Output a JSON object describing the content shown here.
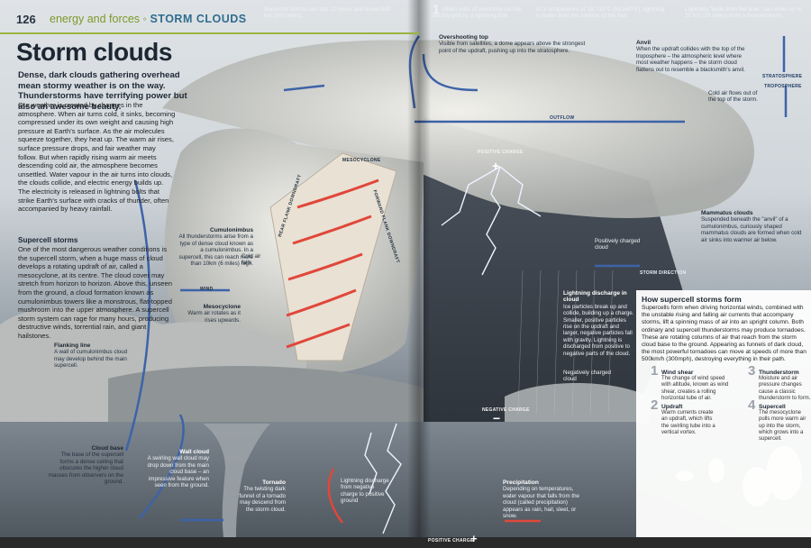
{
  "header": {
    "page_number": "126",
    "section_prefix": "energy and forces",
    "section_name": "STORM CLOUDS"
  },
  "title": "Storm clouds",
  "intro": "Dense, dark clouds gathering overhead mean stormy weather is on the way. Thunderstorms have terrifying power but also an awesome beauty.",
  "body1": "Our weather is created by changes in the atmosphere. When air turns cold, it sinks, becoming compressed under its own weight and causing high pressure at Earth's surface. As the air molecules squeeze together, they heat up. The warm air rises, surface pressure drops, and fair weather may follow. But when rapidly rising warm air meets descending cold air, the atmosphere becomes unsettled. Water vapour in the air turns into clouds, the clouds collide, and electric energy builds up. The electricity is released in lightning bolts that strike Earth's surface with cracks of thunder, often accompanied by heavy rainfall.",
  "supercell_heading": "Supercell storms",
  "body2": "One of the most dangerous weather conditions is the supercell storm, when a huge mass of cloud develops a rotating updraft of air, called a mesocyclone, at its centre. The cloud cover may stretch from horizon to horizon. Above this, unseen from the ground, a cloud formation known as cumulonimbus towers like a monstrous, flat-topped mushroom into the upper atmosphere. A supercell storm system can rage for many hours, producing destructive winds, torrential rain, and giant hailstones.",
  "top_facts": {
    "fact1": "Supercell storms can last 12 hours and travel 800 km (500 miles).",
    "fact2_num": "1",
    "fact2": "billion volts of electricity can be discharged by a lightning bolt.",
    "fact3": "At a temperature of 29,730°C (53,540°F), lightning is hotter than the surface of the Sun.",
    "fact4": "Lightning \"bolts from the blue\" can strike up to 25 km (15 miles) from a thunderstorm."
  },
  "labels": {
    "overshooting_top": {
      "title": "Overshooting top",
      "text": "Visible from satellites, a dome appears above the strongest point of the updraft, pushing up into the stratosphere."
    },
    "anvil": {
      "title": "Anvil",
      "text": "When the updraft collides with the top of the troposphere – the atmospheric level where most weather happens – the storm cloud flattens out to resemble a blacksmith's anvil."
    },
    "cold_air_flows": {
      "title": "",
      "text": "Cold air flows out of the top of the storm."
    },
    "mammatus": {
      "title": "Mammatus clouds",
      "text": "Suspended beneath the \"anvil\" of a cumulonimbus, curiously shaped mammatus clouds are formed when cold air sinks into warmer air below."
    },
    "positively_charged": {
      "title": "",
      "text": "Positively charged cloud"
    },
    "cumulonimbus": {
      "title": "Cumulonimbus",
      "text": "All thunderstorms arise from a type of dense cloud known as a cumulonimbus. In a supercell, this can reach more than 10km (6 miles) high."
    },
    "cold_air_falls": {
      "title": "",
      "text": "Cold air falls"
    },
    "mesocyclone": {
      "title": "Mesocyclone",
      "text": "Warm air rotates as it rises upwards."
    },
    "flanking_line": {
      "title": "Flanking line",
      "text": "A wall of cumulonimbus cloud may develop behind the main supercell."
    },
    "lightning_discharge": {
      "title": "Lightning discharge in cloud",
      "text": "Ice particles break up and collide, building up a charge. Smaller, positive particles rise on the updraft and larger, negative particles fall with gravity. Lightning is discharged from positive to negative parts of the cloud."
    },
    "negatively_charged": {
      "title": "",
      "text": "Negatively charged cloud"
    },
    "cloud_base": {
      "title": "Cloud base",
      "text": "The base of the supercell forms a dense ceiling that obscures the higher cloud masses from observers on the ground."
    },
    "wall_cloud": {
      "title": "Wall cloud",
      "text": "A swirling wall cloud may drop down from the main cloud base – an impressive feature when seen from the ground."
    },
    "tornado": {
      "title": "Tornado",
      "text": "The twisting dark funnel of a tornado may descend from the storm cloud."
    },
    "lightning_ground": {
      "title": "",
      "text": "Lightning discharge from negative charge to positive ground"
    },
    "precipitation": {
      "title": "Precipitation",
      "text": "Depending on temperatures, water vapour that falls from the cloud (called precipitation) appears as rain, hail, sleet, or snow."
    }
  },
  "captions": {
    "stratosphere": "STRATOSPHERE",
    "troposphere": "TROPOSPHERE",
    "outflow": "OUTFLOW",
    "storm_direction": "STORM DIRECTION",
    "wind": "WIND",
    "mesocyclone": "MESOCYCLONE",
    "rear_flank": "REAR FLANK DOWNDRAFT",
    "forward_flank": "FORWARD FLANK DOWNDRAFT",
    "positive_charge": "POSITIVE CHARGE",
    "negative_charge": "NEGATIVE CHARGE",
    "positive_charge_bottom": "POSITIVE CHARGE"
  },
  "box": {
    "title": "How supercell storms form",
    "body": "Supercells form when driving horizontal winds, combined with the unstable rising and falling air currents that accompany storms, lift a spinning mass of air into an upright column. Both ordinary and supercell thunderstorms may produce tornadoes. These are rotating columns of air that reach from the storm cloud base to the ground. Appearing as funnels of dark cloud, the most powerful tornadoes can move at speeds of more than 500km/h (300mph), destroying everything in their path.",
    "steps": [
      {
        "num": "1",
        "title": "Wind shear",
        "text": "The change of wind speed with altitude, known as wind shear, creates a rolling horizontal tube of air."
      },
      {
        "num": "2",
        "title": "Updraft",
        "text": "Warm currents create an updraft, which lifts the swirling tube into a vertical vortex."
      },
      {
        "num": "3",
        "title": "Thunderstorm",
        "text": "Moisture and air pressure changes cause a classic thunderstorm to form."
      },
      {
        "num": "4",
        "title": "Supercell",
        "text": "The mesocyclone pulls more warm air up into the storm, which grows into a supercell."
      }
    ]
  },
  "colors": {
    "accent_green": "#9bb43d",
    "header_blue": "#2f6d8e",
    "arrow_blue": "#3d63a8",
    "arrow_red": "#e0473a"
  }
}
